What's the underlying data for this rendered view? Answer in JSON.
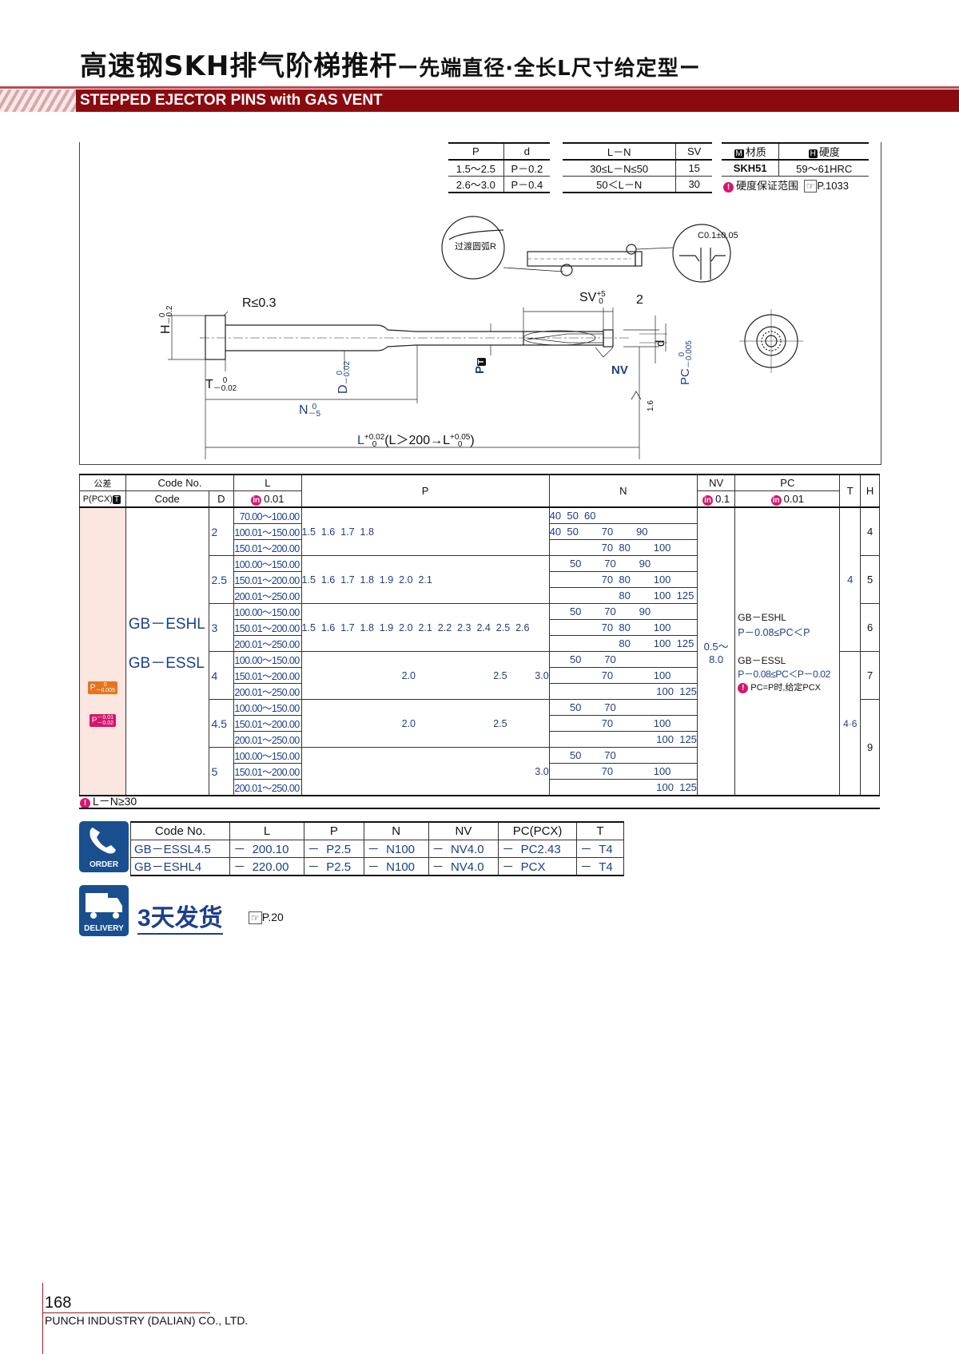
{
  "header": {
    "title_cn": "高速钢SKH排气阶梯推杆",
    "title_cn_sub": "ー先端直径·全长L尺寸给定型ー",
    "title_en": "STEPPED EJECTOR PINS with GAS VENT"
  },
  "spec": {
    "pd_headers": [
      "P",
      "d"
    ],
    "pd_rows": [
      [
        "1.5～2.5",
        "P－0.2"
      ],
      [
        "2.6～3.0",
        "P－0.4"
      ]
    ],
    "ln_headers": [
      "L－N",
      "SV"
    ],
    "ln_rows": [
      [
        "30≤L－N≤50",
        "15"
      ],
      [
        "50＜L－N",
        "30"
      ]
    ],
    "material_badge": "M",
    "material_label": "材质",
    "hardness_badge": "H",
    "hardness_label": "硬度",
    "material": "SKH51",
    "hardness": "59～61HRC",
    "hardness_note": "硬度保证范围",
    "hardness_ref": "P.1033"
  },
  "drawing": {
    "transition_label": "过渡圆弧R",
    "chamfer_label": "C0.1±0.05",
    "r_label": "R≤0.3",
    "h_label": "H",
    "h_tol_top": "0",
    "h_tol_bot": "－0.2",
    "t_label": "T",
    "t_tol_top": "0",
    "t_tol_bot": "－0.02",
    "d_label": "D",
    "d_tol_top": "0",
    "d_tol_bot": "－0.02",
    "n_label": "N",
    "n_tol_top": "0",
    "n_tol_bot": "－5",
    "l_label": "L",
    "l_tol_top": "+0.02",
    "l_tol_bot": "0",
    "l_note": "(L＞200→L",
    "l_note_tol_top": "+0.05",
    "l_note_tol_bot": "0",
    "l_note_end": ")",
    "sv_label": "SV",
    "sv_tol_top": "+5",
    "sv_tol_bot": "0",
    "two_label": "2",
    "p_label": "P",
    "p_badge": "T",
    "nv_label": "NV",
    "pc_label": "PC",
    "pc_tol_top": "0",
    "pc_tol_bot": "－0.005",
    "small_d_label": "d",
    "roughness": "1.6"
  },
  "table": {
    "h_tol": "公差",
    "h_ppcx": "P(PCX)",
    "h_ppcx_badge": "T",
    "h_codeno": "Code No.",
    "h_code": "Code",
    "h_d": "D",
    "h_l": "L",
    "h_l_badge": "in",
    "h_l_step": "0.01",
    "h_p": "P",
    "h_n": "N",
    "h_nv": "NV",
    "h_nv_badge": "in",
    "h_nv_step": "0.1",
    "h_pc": "PC",
    "h_pc_badge": "in",
    "h_pc_step": "0.01",
    "h_t": "T",
    "h_h": "H",
    "tol1_label": "P",
    "tol1_top": "0",
    "tol1_bot": "－0.005",
    "tol1_color": "#e8731e",
    "tol2_label": "P",
    "tol2_top": "－0.01",
    "tol2_bot": "－0.02",
    "tol2_color": "#d7156f",
    "code1": "GB－ESHL",
    "code2": "GB－ESSL",
    "nv_range": "0.5～8.0",
    "pc_note1_title": "GB－ESHL",
    "pc_note1": "P－0.08≤PC＜P",
    "pc_note2_title": "GB－ESSL",
    "pc_note2": "P－0.08≤PC＜P－0.02",
    "pc_note3": "PC=P时,给定PCX",
    "t_val1": "4",
    "t_val2": "4·6",
    "groups": [
      {
        "d": "2",
        "h": "4",
        "p": "1.5  1.6  1.7  1.8",
        "rows": [
          [
            "70.00～100.00",
            "40  50  60"
          ],
          [
            "100.01～150.00",
            "40  50        70        90"
          ],
          [
            "150.01～200.00",
            "                  70  80        100"
          ]
        ]
      },
      {
        "d": "2.5",
        "h": "5",
        "p": "1.5  1.6  1.7  1.8  1.9  2.0  2.1",
        "rows": [
          [
            "100.00～150.00",
            "       50        70        90"
          ],
          [
            "150.01～200.00",
            "                  70  80        100"
          ],
          [
            "200.01～250.00",
            "                        80        100  125"
          ]
        ]
      },
      {
        "d": "3",
        "h": "6",
        "p": "1.5  1.6  1.7  1.8  1.9  2.0  2.1  2.2  2.3  2.4  2.5  2.6",
        "rows": [
          [
            "100.00～150.00",
            "       50        70        90"
          ],
          [
            "150.01～200.00",
            "                  70  80        100"
          ],
          [
            "200.01～250.00",
            "                        80        100  125"
          ]
        ]
      },
      {
        "d": "4",
        "h": "7",
        "p": "                                    2.0                            2.5          3.0",
        "rows": [
          [
            "100.00～150.00",
            "       50        70"
          ],
          [
            "150.01～200.00",
            "                  70              100"
          ],
          [
            "200.01～250.00",
            "                                     100  125"
          ]
        ]
      },
      {
        "d": "4.5",
        "h": "9",
        "p": "                                    2.0                            2.5",
        "rows": [
          [
            "100.00～150.00",
            "       50        70"
          ],
          [
            "150.01～200.00",
            "                  70              100"
          ],
          [
            "200.01～250.00",
            "                                     100  125"
          ]
        ]
      },
      {
        "d": "5",
        "h": "",
        "p": "                                                                                    3.0",
        "rows": [
          [
            "100.00～150.00",
            "       50        70"
          ],
          [
            "150.01～200.00",
            "                  70              100"
          ],
          [
            "200.01～250.00",
            "                                     100  125"
          ]
        ]
      }
    ],
    "footnote": "L－N≥30"
  },
  "order": {
    "icon_label": "ORDER",
    "headers": [
      "Code No.",
      "L",
      "P",
      "N",
      "NV",
      "PC(PCX)",
      "T"
    ],
    "rows": [
      [
        "GB－ESSL4.5",
        "－",
        "200.10",
        "－",
        "P2.5",
        "－",
        "N100",
        "－",
        "NV4.0",
        "－",
        "PC2.43",
        "－",
        "T4"
      ],
      [
        "GB－ESHL4",
        "－",
        "220.00",
        "－",
        "P2.5",
        "－",
        "N100",
        "－",
        "NV4.0",
        "－",
        "PCX",
        "－",
        "T4"
      ]
    ]
  },
  "delivery": {
    "icon_label": "DELIVERY",
    "text": "3天发货",
    "ref": "P.20"
  },
  "footer": {
    "page": "168",
    "company": "PUNCH INDUSTRY (DALIAN) CO., LTD."
  }
}
